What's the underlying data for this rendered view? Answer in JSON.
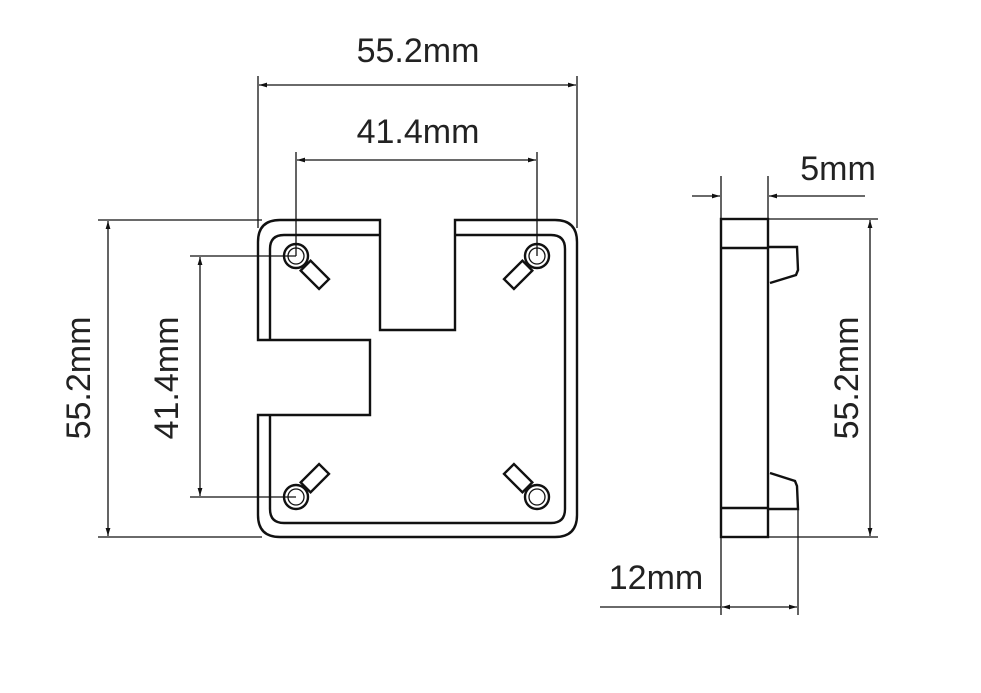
{
  "front_view": {
    "width_label": "55.2mm",
    "hole_spacing_horizontal_label": "41.4mm",
    "height_label": "55.2mm",
    "hole_spacing_vertical_label": "41.4mm"
  },
  "side_view": {
    "tab_depth_label": "5mm",
    "height_label": "55.2mm",
    "thickness_label": "12mm"
  }
}
